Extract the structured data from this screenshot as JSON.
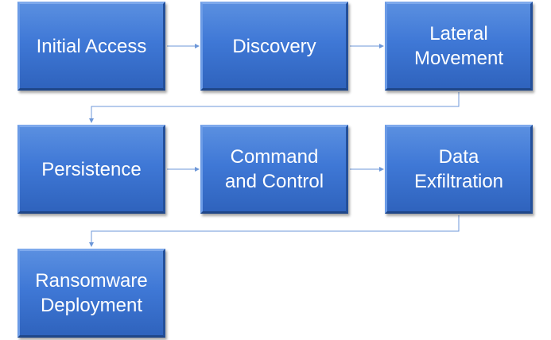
{
  "diagram": {
    "steps": [
      {
        "id": "initial-access",
        "label": "Initial Access"
      },
      {
        "id": "discovery",
        "label": "Discovery"
      },
      {
        "id": "lateral-movement",
        "label": "Lateral\nMovement"
      },
      {
        "id": "persistence",
        "label": "Persistence"
      },
      {
        "id": "command-and-control",
        "label": "Command\nand Control"
      },
      {
        "id": "data-exfiltration",
        "label": "Data\nExfiltration"
      },
      {
        "id": "ransomware-deployment",
        "label": "Ransomware\nDeployment"
      }
    ],
    "colors": {
      "box_fill": "#3f78d6",
      "box_text": "#ffffff",
      "connector": "#6d97d8"
    }
  }
}
